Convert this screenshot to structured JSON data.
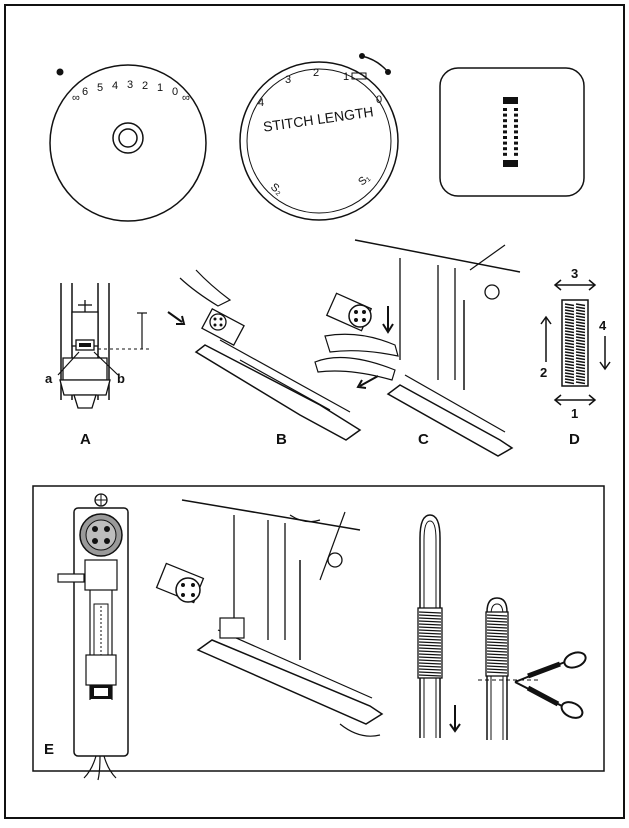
{
  "dial_width": {
    "marks": [
      "6",
      "5",
      "4",
      "3",
      "2",
      "1",
      "0"
    ]
  },
  "dial_length": {
    "caption": "STITCH LENGTH",
    "marks": [
      "4",
      "3",
      "2",
      "1",
      "0"
    ],
    "lower_left": "S₂",
    "lower_right": "S₁"
  },
  "panel_labels": {
    "A": "A",
    "B": "B",
    "C": "C",
    "D": "D",
    "E": "E",
    "a": "a",
    "b": "b"
  },
  "stitch_order": {
    "top": "3",
    "left": "2",
    "right": "4",
    "bottom": "1"
  },
  "colors": {
    "line": "#111111",
    "paper": "#ffffff",
    "button_gray": "#9a9a9a"
  }
}
